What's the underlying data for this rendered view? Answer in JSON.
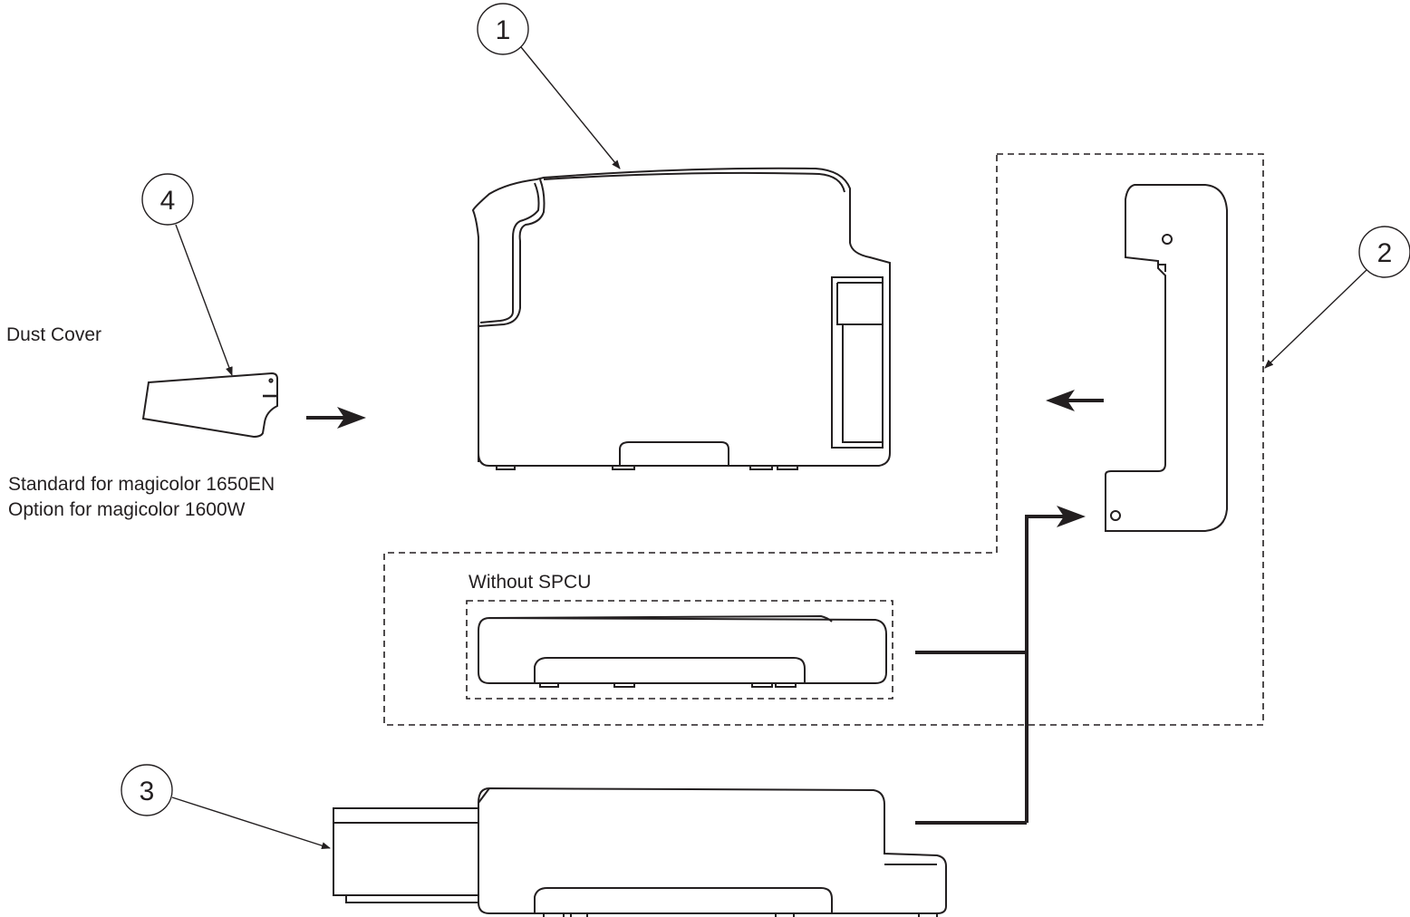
{
  "labels": {
    "dust_cover": "Dust Cover",
    "standard_line": "Standard for magicolor 1650EN",
    "option_line": "Option for magicolor 1600W",
    "without_spcu": "Without SPCU"
  },
  "callouts": {
    "c1": "1",
    "c2": "2",
    "c3": "3",
    "c4": "4"
  }
}
